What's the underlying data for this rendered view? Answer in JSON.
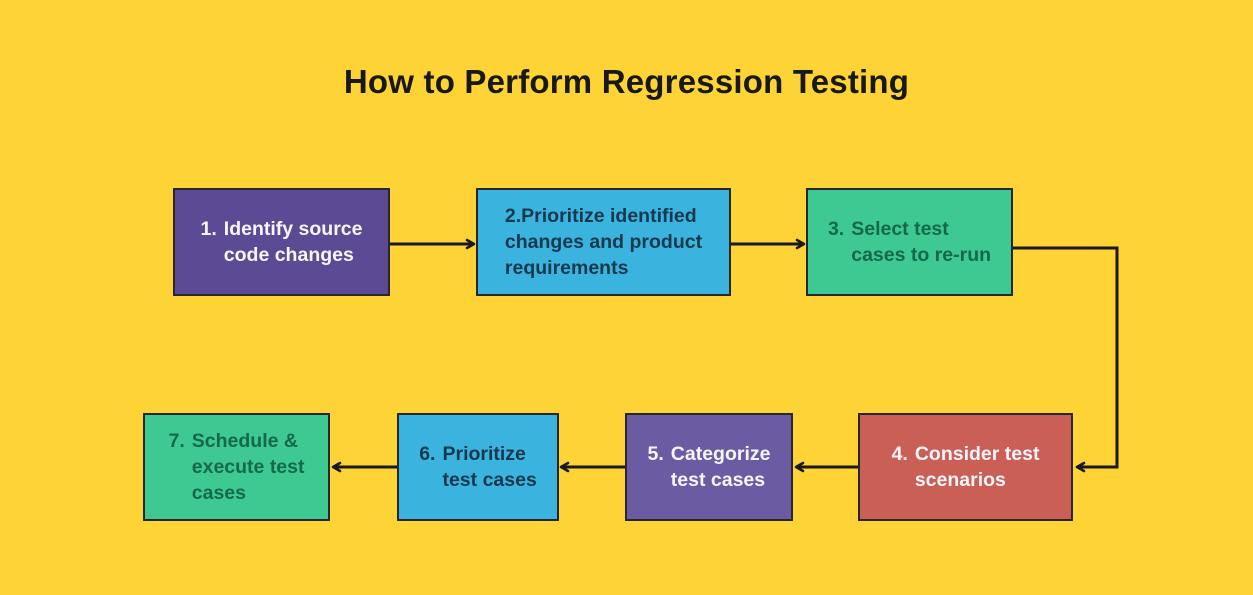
{
  "title": "How to Perform Regression Testing",
  "diagram_type": "flowchart",
  "canvas": {
    "background": "#FDD335",
    "title_color": "#181818",
    "arrow_color": "#191919",
    "box_border_color": "#26262C"
  },
  "steps": [
    {
      "id": 1,
      "prefix": "1.",
      "lines": [
        "Identify source",
        "code changes"
      ],
      "label": "1. Identify source code changes",
      "fill": "#5C4A94",
      "text_color": "#F7F4FA"
    },
    {
      "id": 2,
      "prefix": "",
      "lines": [
        "2.Prioritize identified",
        "changes and product",
        "requirements"
      ],
      "label": "2.Prioritize identified changes and product requirements",
      "fill": "#3BB3DF",
      "text_color": "#17384D"
    },
    {
      "id": 3,
      "prefix": "3.",
      "lines": [
        "Select test",
        "cases to re-run"
      ],
      "label": "3. Select test cases to re-run",
      "fill": "#3EC993",
      "text_color": "#15694B"
    },
    {
      "id": 4,
      "prefix": "4.",
      "lines": [
        "Consider test",
        "scenarios"
      ],
      "label": "4. Consider test scenarios",
      "fill": "#CA6055",
      "text_color": "#F7F4FA"
    },
    {
      "id": 5,
      "prefix": "5.",
      "lines": [
        "Categorize",
        "test cases"
      ],
      "label": "5. Categorize test cases",
      "fill": "#6B5BA3",
      "text_color": "#F7F4FA"
    },
    {
      "id": 6,
      "prefix": "6.",
      "lines": [
        "Prioritize",
        "test cases"
      ],
      "label": "6. Prioritize test cases",
      "fill": "#3BB3DF",
      "text_color": "#17384D"
    },
    {
      "id": 7,
      "prefix": "7.",
      "lines": [
        "Schedule &",
        "execute test",
        "cases"
      ],
      "label": "7. Schedule & execute test cases",
      "fill": "#3EC993",
      "text_color": "#15694B"
    }
  ],
  "connections": [
    {
      "from": 1,
      "to": 2
    },
    {
      "from": 2,
      "to": 3
    },
    {
      "from": 3,
      "to": 4
    },
    {
      "from": 4,
      "to": 5
    },
    {
      "from": 5,
      "to": 6
    },
    {
      "from": 6,
      "to": 7
    }
  ]
}
